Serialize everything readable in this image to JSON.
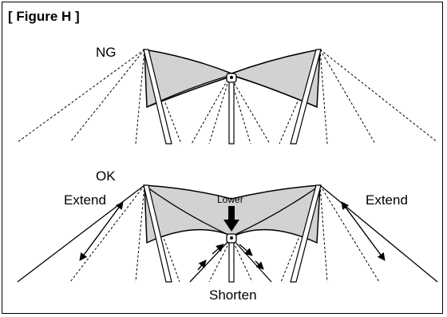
{
  "figure": {
    "title": "[ Figure H ]",
    "ng_label": "NG",
    "ok_label": "OK",
    "extend_left": "Extend",
    "extend_right": "Extend",
    "lower_label": "Lower",
    "shorten_label": "Shorten"
  }
}
